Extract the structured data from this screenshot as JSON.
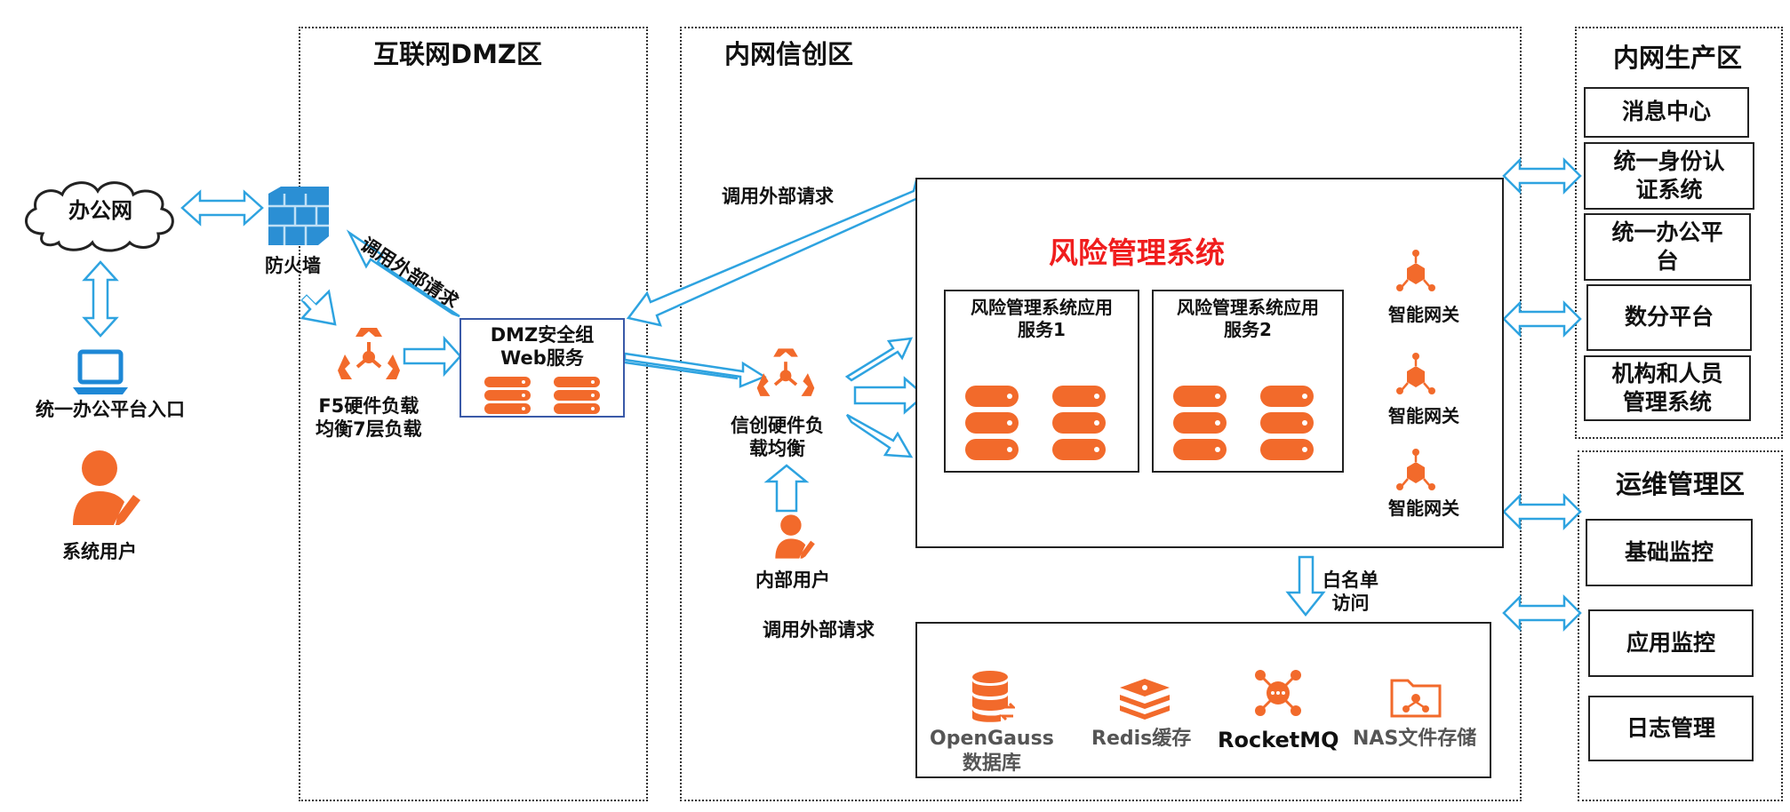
{
  "zones": {
    "dmz": "互联网DMZ区",
    "xinchuang": "内网信创区",
    "production": "内网生产区",
    "ops": "运维管理区"
  },
  "left": {
    "office_net": "办公网",
    "portal": "统一办公平台入口",
    "system_user": "系统用户"
  },
  "dmz": {
    "firewall": "防火墙",
    "f5_line1": "F5硬件负载",
    "f5_line2": "均衡7层负载",
    "web_line1": "DMZ安全组",
    "web_line2": "Web服务",
    "call_external": "调用外部请求"
  },
  "xinchuang": {
    "call_external_top": "调用外部请求",
    "lb_line1": "信创硬件负",
    "lb_line2": "载均衡",
    "internal_user": "内部用户",
    "call_external_bottom": "调用外部请求",
    "whitelist_line1": "白名单",
    "whitelist_line2": "访问"
  },
  "risk_system": {
    "title": "风险管理系统",
    "service1_line1": "风险管理系统应用",
    "service1_line2": "服务1",
    "service2_line1": "风险管理系统应用",
    "service2_line2": "服务2",
    "gateways": [
      "智能网关",
      "智能网关",
      "智能网关"
    ]
  },
  "storage": {
    "opengauss_line1": "OpenGauss",
    "opengauss_line2": "数据库",
    "redis": "Redis缓存",
    "rocketmq": "RocketMQ",
    "nas": "NAS文件存储"
  },
  "production": {
    "items": [
      {
        "l1": "消息中心",
        "l2": ""
      },
      {
        "l1": "统一身份认",
        "l2": "证系统"
      },
      {
        "l1": "统一办公平",
        "l2": "台"
      },
      {
        "l1": "数分平台",
        "l2": ""
      },
      {
        "l1": "机构和人员",
        "l2": "管理系统"
      }
    ]
  },
  "ops": {
    "items": [
      "基础监控",
      "应用监控",
      "日志管理"
    ]
  },
  "colors": {
    "accent_orange": "#f26a2b",
    "arrow_blue": "#2ea3e0",
    "title_red": "#f01d1d",
    "laptop_blue": "#1e88d6"
  }
}
